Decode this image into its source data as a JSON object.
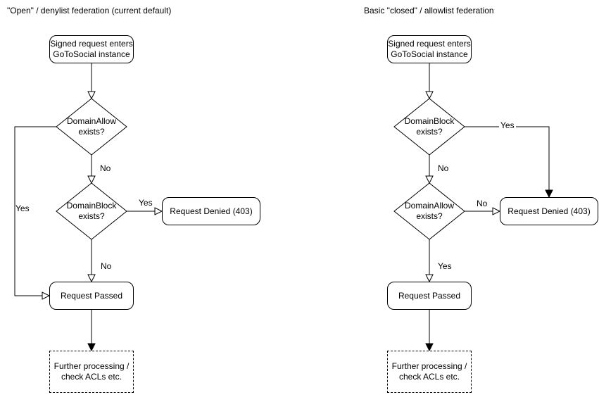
{
  "colors": {
    "stroke": "#000000",
    "node_fill": "#ffffff",
    "text": "#000000"
  },
  "left": {
    "title": "\"Open\" / denylist federation (current default)",
    "entry": "Signed request enters\nGoToSocial instance",
    "decision1": "DomainAllow\nexists?",
    "decision1_yes": "Yes",
    "decision1_no": "No",
    "decision2": "DomainBlock\nexists?",
    "decision2_yes": "Yes",
    "decision2_no": "No",
    "denied": "Request Denied (403)",
    "passed": "Request Passed",
    "further": "Further processing /\ncheck ACLs etc."
  },
  "right": {
    "title": "Basic \"closed\" / allowlist federation",
    "entry": "Signed request enters\nGoToSocial instance",
    "decision1": "DomainBlock\nexists?",
    "decision1_yes": "Yes",
    "decision1_no": "No",
    "decision2": "DomainAllow\nexists?",
    "decision2_yes": "Yes",
    "decision2_no": "No",
    "denied": "Request Denied (403)",
    "passed": "Request Passed",
    "further": "Further processing /\ncheck ACLs etc."
  }
}
